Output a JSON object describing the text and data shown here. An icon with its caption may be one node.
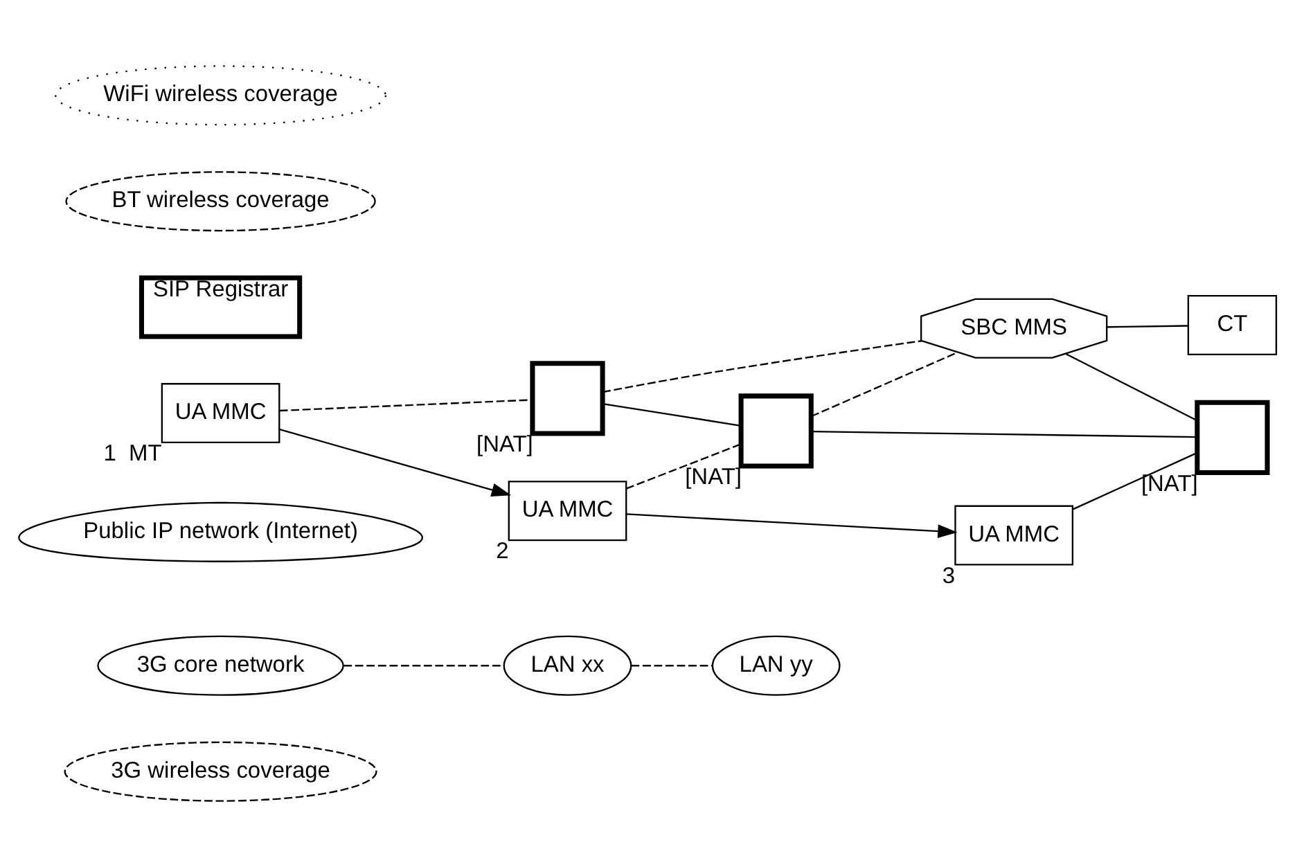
{
  "diagram": {
    "nodes": [
      {
        "text": [
          "3G wireless coverage"
        ]
      },
      {
        "text": [
          "3G core network"
        ]
      },
      {
        "text": [
          "Public IP network (Internet)"
        ]
      },
      {
        "text": [
          "UA MMC"
        ],
        "beside": [
          "1",
          "MT"
        ]
      },
      {
        "text": [],
        "shape": "box",
        "beside": [
          "[NAT]"
        ]
      },
      {
        "text": [
          "SIP Registrar"
        ]
      },
      {
        "text": [
          "BT wireless coverage"
        ]
      },
      {
        "text": [
          "UA MMC"
        ],
        "beside": [
          "2"
        ]
      },
      {
        "text": [
          "LAN xx"
        ]
      },
      {
        "text": [],
        "shape": "box",
        "beside": [
          "[NAT]"
        ]
      },
      {
        "text": [
          "SBC MMS"
        ]
      },
      {
        "text": [
          "WiFi wireless coverage"
        ]
      },
      {
        "text": [
          "UA MMC"
        ],
        "beside": [
          "3"
        ]
      },
      {
        "text": [
          "LAN yy"
        ]
      },
      {
        "text": [],
        "shape": "box",
        "beside": [
          "[NAT]"
        ]
      },
      {
        "text": [
          "CT"
        ]
      }
    ],
    "edges": [
      {
        "from": 3,
        "to": 7,
        "arrow": "to"
      },
      {
        "from": 7,
        "to": 12,
        "arrow": "to"
      },
      {
        "from": 3,
        "to": 4,
        "arrow": "none",
        "style": "dashed"
      },
      {
        "from": 7,
        "to": 9,
        "arrow": "none",
        "style": "dashed"
      },
      {
        "from": 9,
        "to": 10,
        "arrow": "none",
        "style": "dashed"
      },
      {
        "from": 4,
        "to": 10,
        "arrow": "none",
        "style": "dashed"
      },
      {
        "from": 4,
        "to": 9,
        "arrow": "none"
      },
      {
        "from": 9,
        "to": 14,
        "arrow": "none"
      },
      {
        "from": 10,
        "to": 14,
        "arrow": "none"
      },
      {
        "from": 10,
        "to": 15,
        "arrow": "none"
      },
      {
        "from": 12,
        "to": 14,
        "arrow": "none"
      },
      {
        "from": 1,
        "to": 8,
        "arrow": "none",
        "style": "dashed"
      },
      {
        "from": 8,
        "to": 13,
        "arrow": "none",
        "style": "dashed"
      }
    ]
  }
}
